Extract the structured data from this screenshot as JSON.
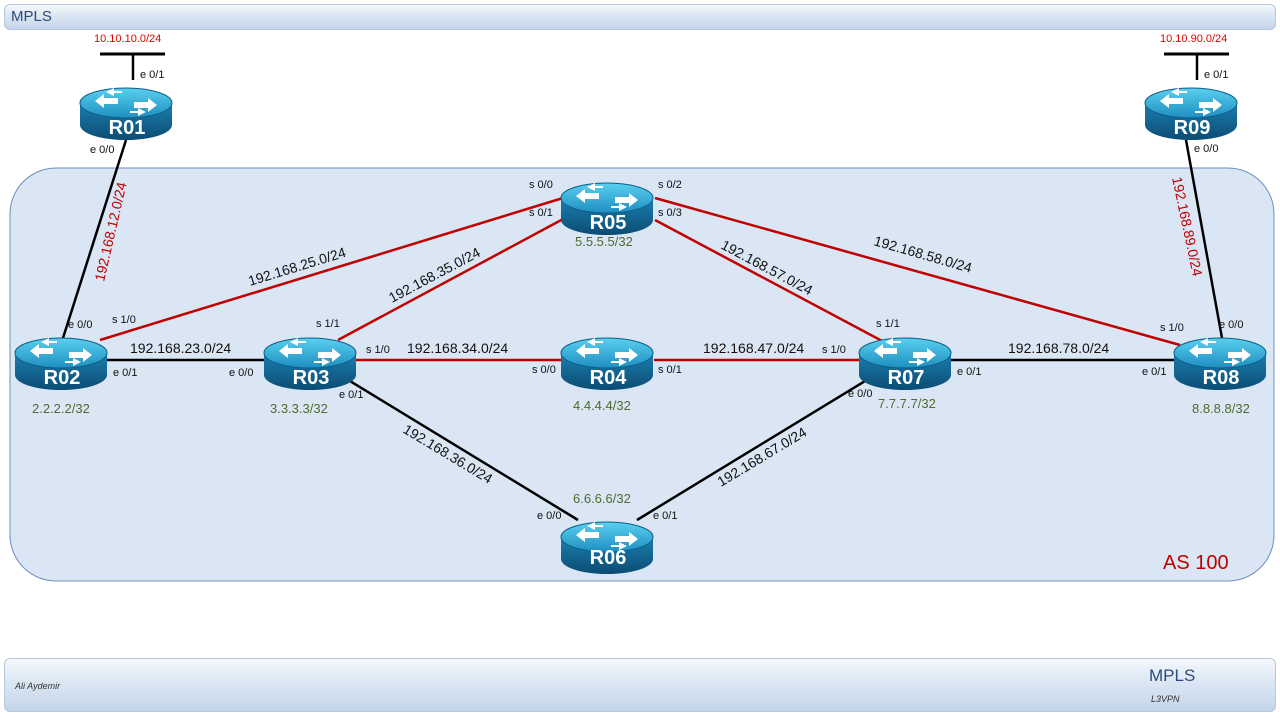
{
  "header": {
    "title": "MPLS"
  },
  "footer": {
    "author": "Ali Aydemir",
    "title": "MPLS",
    "subtitle": "L3VPN"
  },
  "as_label": "AS 100",
  "colors": {
    "mpls_link": "#c00000",
    "plain_link": "#000000",
    "loopback": "#4f6b2f",
    "region": "#dae6f4"
  },
  "routers": {
    "R01": {
      "name": "R01"
    },
    "R02": {
      "name": "R02",
      "loopback": "2.2.2.2/32"
    },
    "R03": {
      "name": "R03",
      "loopback": "3.3.3.3/32"
    },
    "R04": {
      "name": "R04",
      "loopback": "4.4.4.4/32"
    },
    "R05": {
      "name": "R05",
      "loopback": "5.5.5.5/32"
    },
    "R06": {
      "name": "R06",
      "loopback": "6.6.6.6/32"
    },
    "R07": {
      "name": "R07",
      "loopback": "7.7.7.7/32"
    },
    "R08": {
      "name": "R08",
      "loopback": "8.8.8.8/32"
    },
    "R09": {
      "name": "R09"
    }
  },
  "external_nets": {
    "r01": "10.10.10.0/24",
    "r09": "10.10.90.0/24"
  },
  "links": {
    "r01_r02": {
      "net": "192.168.12.0/24",
      "a": "e 0/0",
      "b": "e 0/0"
    },
    "r09_r08": {
      "net": "192.168.89.0/24",
      "a": "e 0/0",
      "b": "e 0/0"
    },
    "r02_r05": {
      "net": "192.168.25.0/24",
      "a": "s 1/0",
      "b": "s 0/0"
    },
    "r02_r03": {
      "net": "192.168.23.0/24",
      "a": "e 0/1",
      "b": "e 0/0"
    },
    "r03_r05": {
      "net": "192.168.35.0/24",
      "a": "s 1/1",
      "b": "s 0/1"
    },
    "r03_r04": {
      "net": "192.168.34.0/24",
      "a": "s 1/0",
      "b": "s 0/0"
    },
    "r03_r06": {
      "net": "192.168.36.0/24",
      "a": "e 0/1",
      "b": "e 0/0"
    },
    "r05_r07": {
      "net": "192.168.57.0/24",
      "a": "s 0/3",
      "b": "s 1/1"
    },
    "r05_r08": {
      "net": "192.168.58.0/24",
      "a": "s 0/2",
      "b": "s 1/0"
    },
    "r04_r07": {
      "net": "192.168.47.0/24",
      "a": "s 0/1",
      "b": "s 1/0"
    },
    "r06_r07": {
      "net": "192.168.67.0/24",
      "a": "e 0/1",
      "b": "e 0/0"
    },
    "r07_r08": {
      "net": "192.168.78.0/24",
      "a": "e 0/1",
      "b": "e 0/1"
    }
  },
  "stub_ifaces": {
    "r01": "e 0/1",
    "r09": "e 0/1"
  }
}
